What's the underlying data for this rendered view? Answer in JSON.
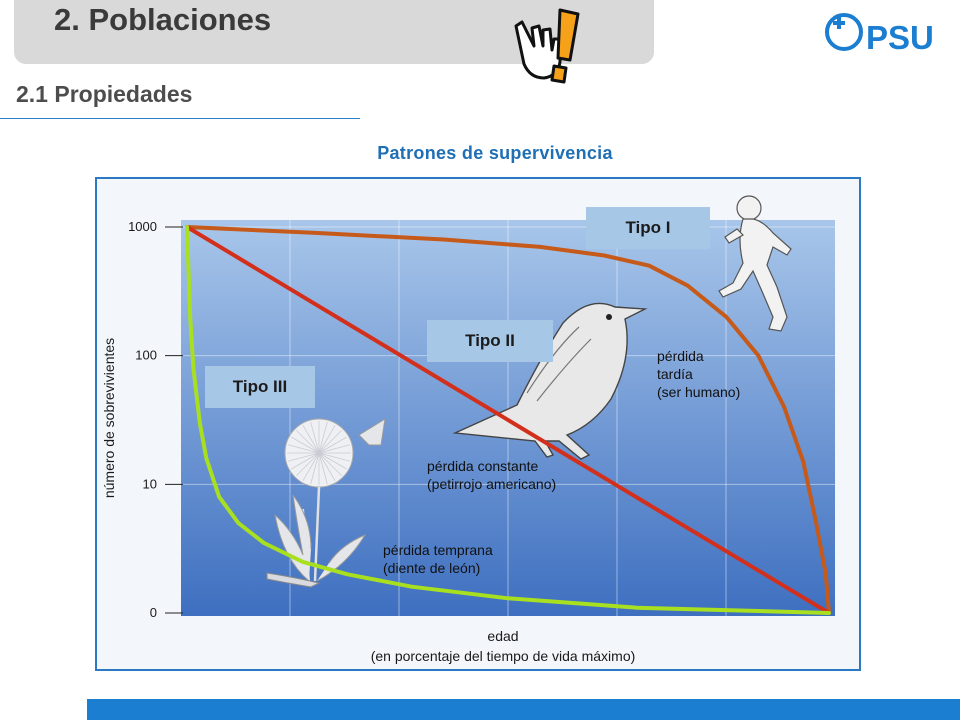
{
  "header": {
    "title": "2. Poblaciones",
    "subtitle": "2.1 Propiedades"
  },
  "logo": {
    "text": "PSU",
    "icon": "plus-circle-icon"
  },
  "hand_icon": "pointing-hand-exclamation-icon",
  "colors": {
    "accent": "#1c7ed0",
    "tipo_i": "#c55a1a",
    "tipo_ii": "#d2301c",
    "tipo_iii": "#a8e020",
    "plot_bg_top": "#a8c6ea",
    "plot_bg_bottom": "#3e6fc0"
  },
  "badges": {
    "tipo_i": "Tipo I",
    "tipo_ii": "Tipo II",
    "tipo_iii": "Tipo III"
  },
  "chart_data": {
    "type": "line",
    "title": "Patrones de supervivencia",
    "xlabel": "edad",
    "xlabel_note": "(en porcentaje del tiempo de vida máximo)",
    "ylabel": "número de sobrevivientes",
    "y_scale": "log",
    "y_ticks": [
      "1000",
      "100",
      "10",
      "0"
    ],
    "xlim": [
      0,
      100
    ],
    "grid": true,
    "legend": "none",
    "series": [
      {
        "name": "Tipo I",
        "annotation": [
          "pérdida",
          "tardía",
          "(ser humano)"
        ],
        "x": [
          0,
          20,
          40,
          55,
          65,
          72,
          78,
          84,
          89,
          93,
          96,
          98,
          99.5,
          100
        ],
        "y": [
          1000,
          900,
          800,
          700,
          600,
          500,
          350,
          200,
          100,
          40,
          15,
          5,
          2,
          1
        ]
      },
      {
        "name": "Tipo II",
        "annotation": [
          "pérdida constante",
          "(petirrojo americano)"
        ],
        "x": [
          0,
          100
        ],
        "y": [
          1000,
          1
        ]
      },
      {
        "name": "Tipo III",
        "annotation": [
          "pérdida temprana",
          "(diente de león)"
        ],
        "x": [
          0,
          0.5,
          1,
          2,
          3,
          5,
          8,
          12,
          18,
          25,
          35,
          50,
          70,
          100
        ],
        "y": [
          1000,
          200,
          80,
          30,
          16,
          8,
          5,
          3.5,
          2.5,
          2,
          1.6,
          1.3,
          1.1,
          1
        ]
      }
    ]
  }
}
